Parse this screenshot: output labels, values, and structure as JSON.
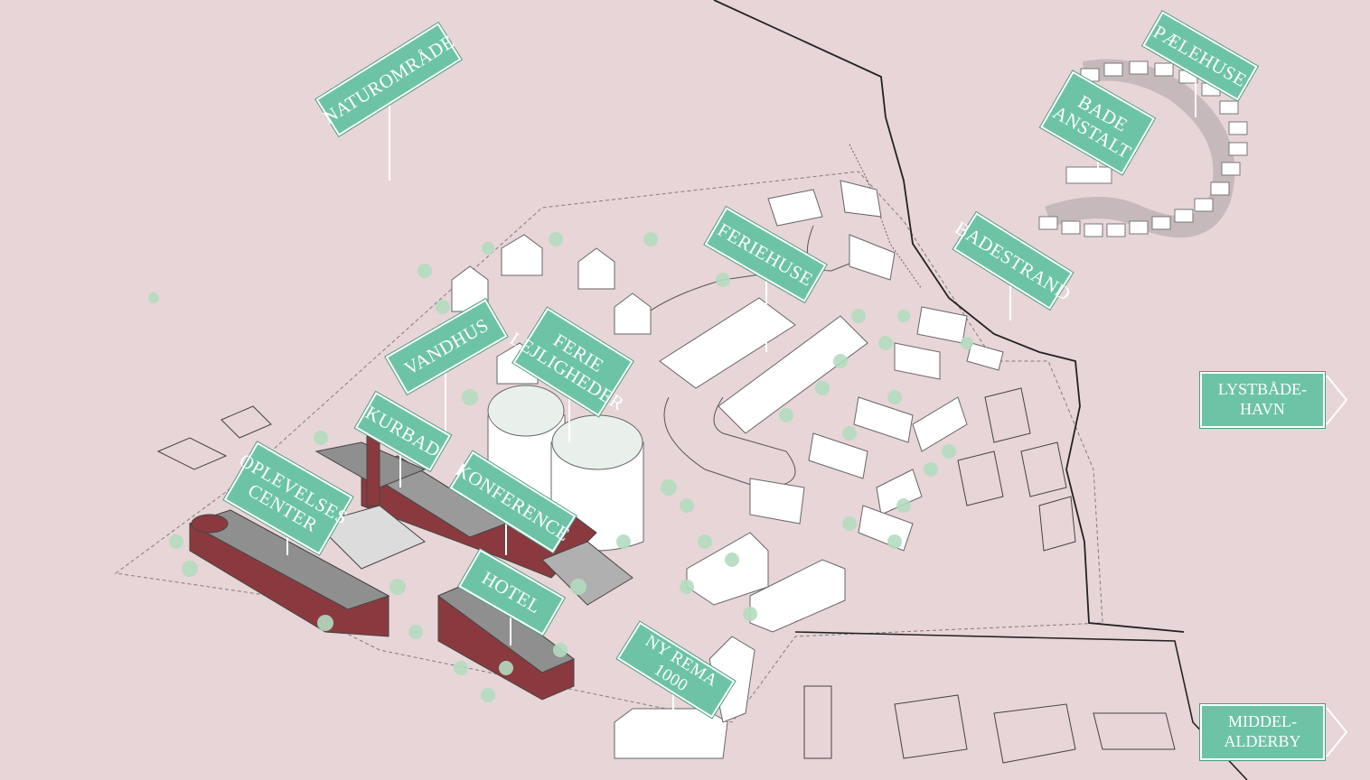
{
  "labels": {
    "naturomraade": "NATUROMRÅDE",
    "paelehuse": "PÆLEHUSE",
    "bade_anstalt": "BADE\nANSTALT",
    "badestrand": "BADESTRAND",
    "feriehuse": "FERIEHUSE",
    "vandhus": "VANDHUS",
    "ferie_lejligheder": "FERIE\nLEJLIGHEDER",
    "kurbad": "KURBAD",
    "oplevelses_center": "OPLEVELSES\nCENTER",
    "konference": "KONFERENCE",
    "hotel": "HOTEL",
    "ny_rema": "NY REMA 1000"
  },
  "nav": {
    "lystbaadehavn": "LYSTBÅDE-\nHAVN",
    "middelalderby": "MIDDEL-\nALDERBY"
  },
  "icons": {
    "lystbaadehavn": "chevron-right-icon",
    "middelalderby": "chevron-right-icon"
  },
  "colors": {
    "background": "#e8d5d7",
    "sign": "#6dc3a6",
    "brick": "#8a3a3e",
    "roof": "#8f8f8f",
    "tree": "#b3dcc0"
  }
}
